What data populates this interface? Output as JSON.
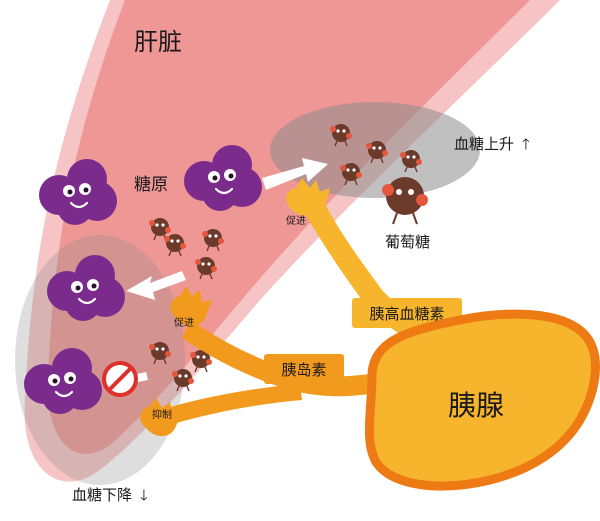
{
  "labels": {
    "liver": "肝脏",
    "glycogen": "糖原",
    "glucose": "葡萄糖",
    "glucagon": "胰高血糖素",
    "insulin": "胰岛素",
    "pancreas": "胰腺",
    "promote_top": "促进",
    "promote_mid": "促进",
    "inhibit": "抑制",
    "blood_sugar_up": "血糖上升",
    "blood_sugar_down": "血糖下降",
    "up_arrow": "🡑",
    "down_arrow": "🡓"
  },
  "colors": {
    "liver_outer": "#f6c4c4",
    "liver_inner": "#ef9795",
    "glycogen": "#7b2b8c",
    "glucose_body": "#6b3a2b",
    "glucose_spot": "#e4573d",
    "hand": "#f7a51c",
    "pancreas_fill": "#f6b52c",
    "pancreas_edge": "#ee7a14",
    "gray_zone": "#9a9a9a",
    "no_sign": "#e0302b"
  }
}
